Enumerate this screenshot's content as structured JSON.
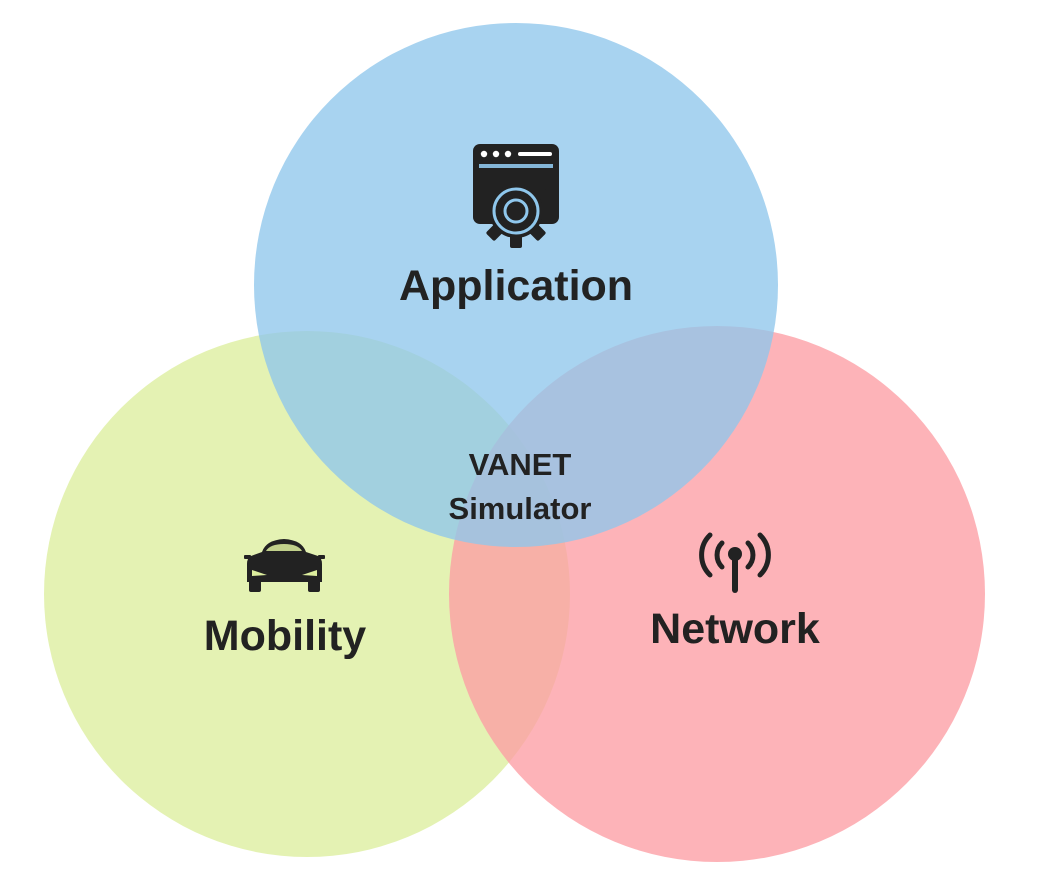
{
  "diagram": {
    "circles": {
      "application": {
        "label": "Application",
        "color": "#8FC7EC",
        "icon": "app-settings-icon"
      },
      "mobility": {
        "label": "Mobility",
        "color": "#DDEE9E",
        "icon": "car-icon"
      },
      "network": {
        "label": "Network",
        "color": "#FC9EA4",
        "icon": "antenna-icon"
      }
    },
    "center": {
      "line1": "VANET",
      "line2": "Simulator"
    },
    "text_color": "#222222"
  }
}
